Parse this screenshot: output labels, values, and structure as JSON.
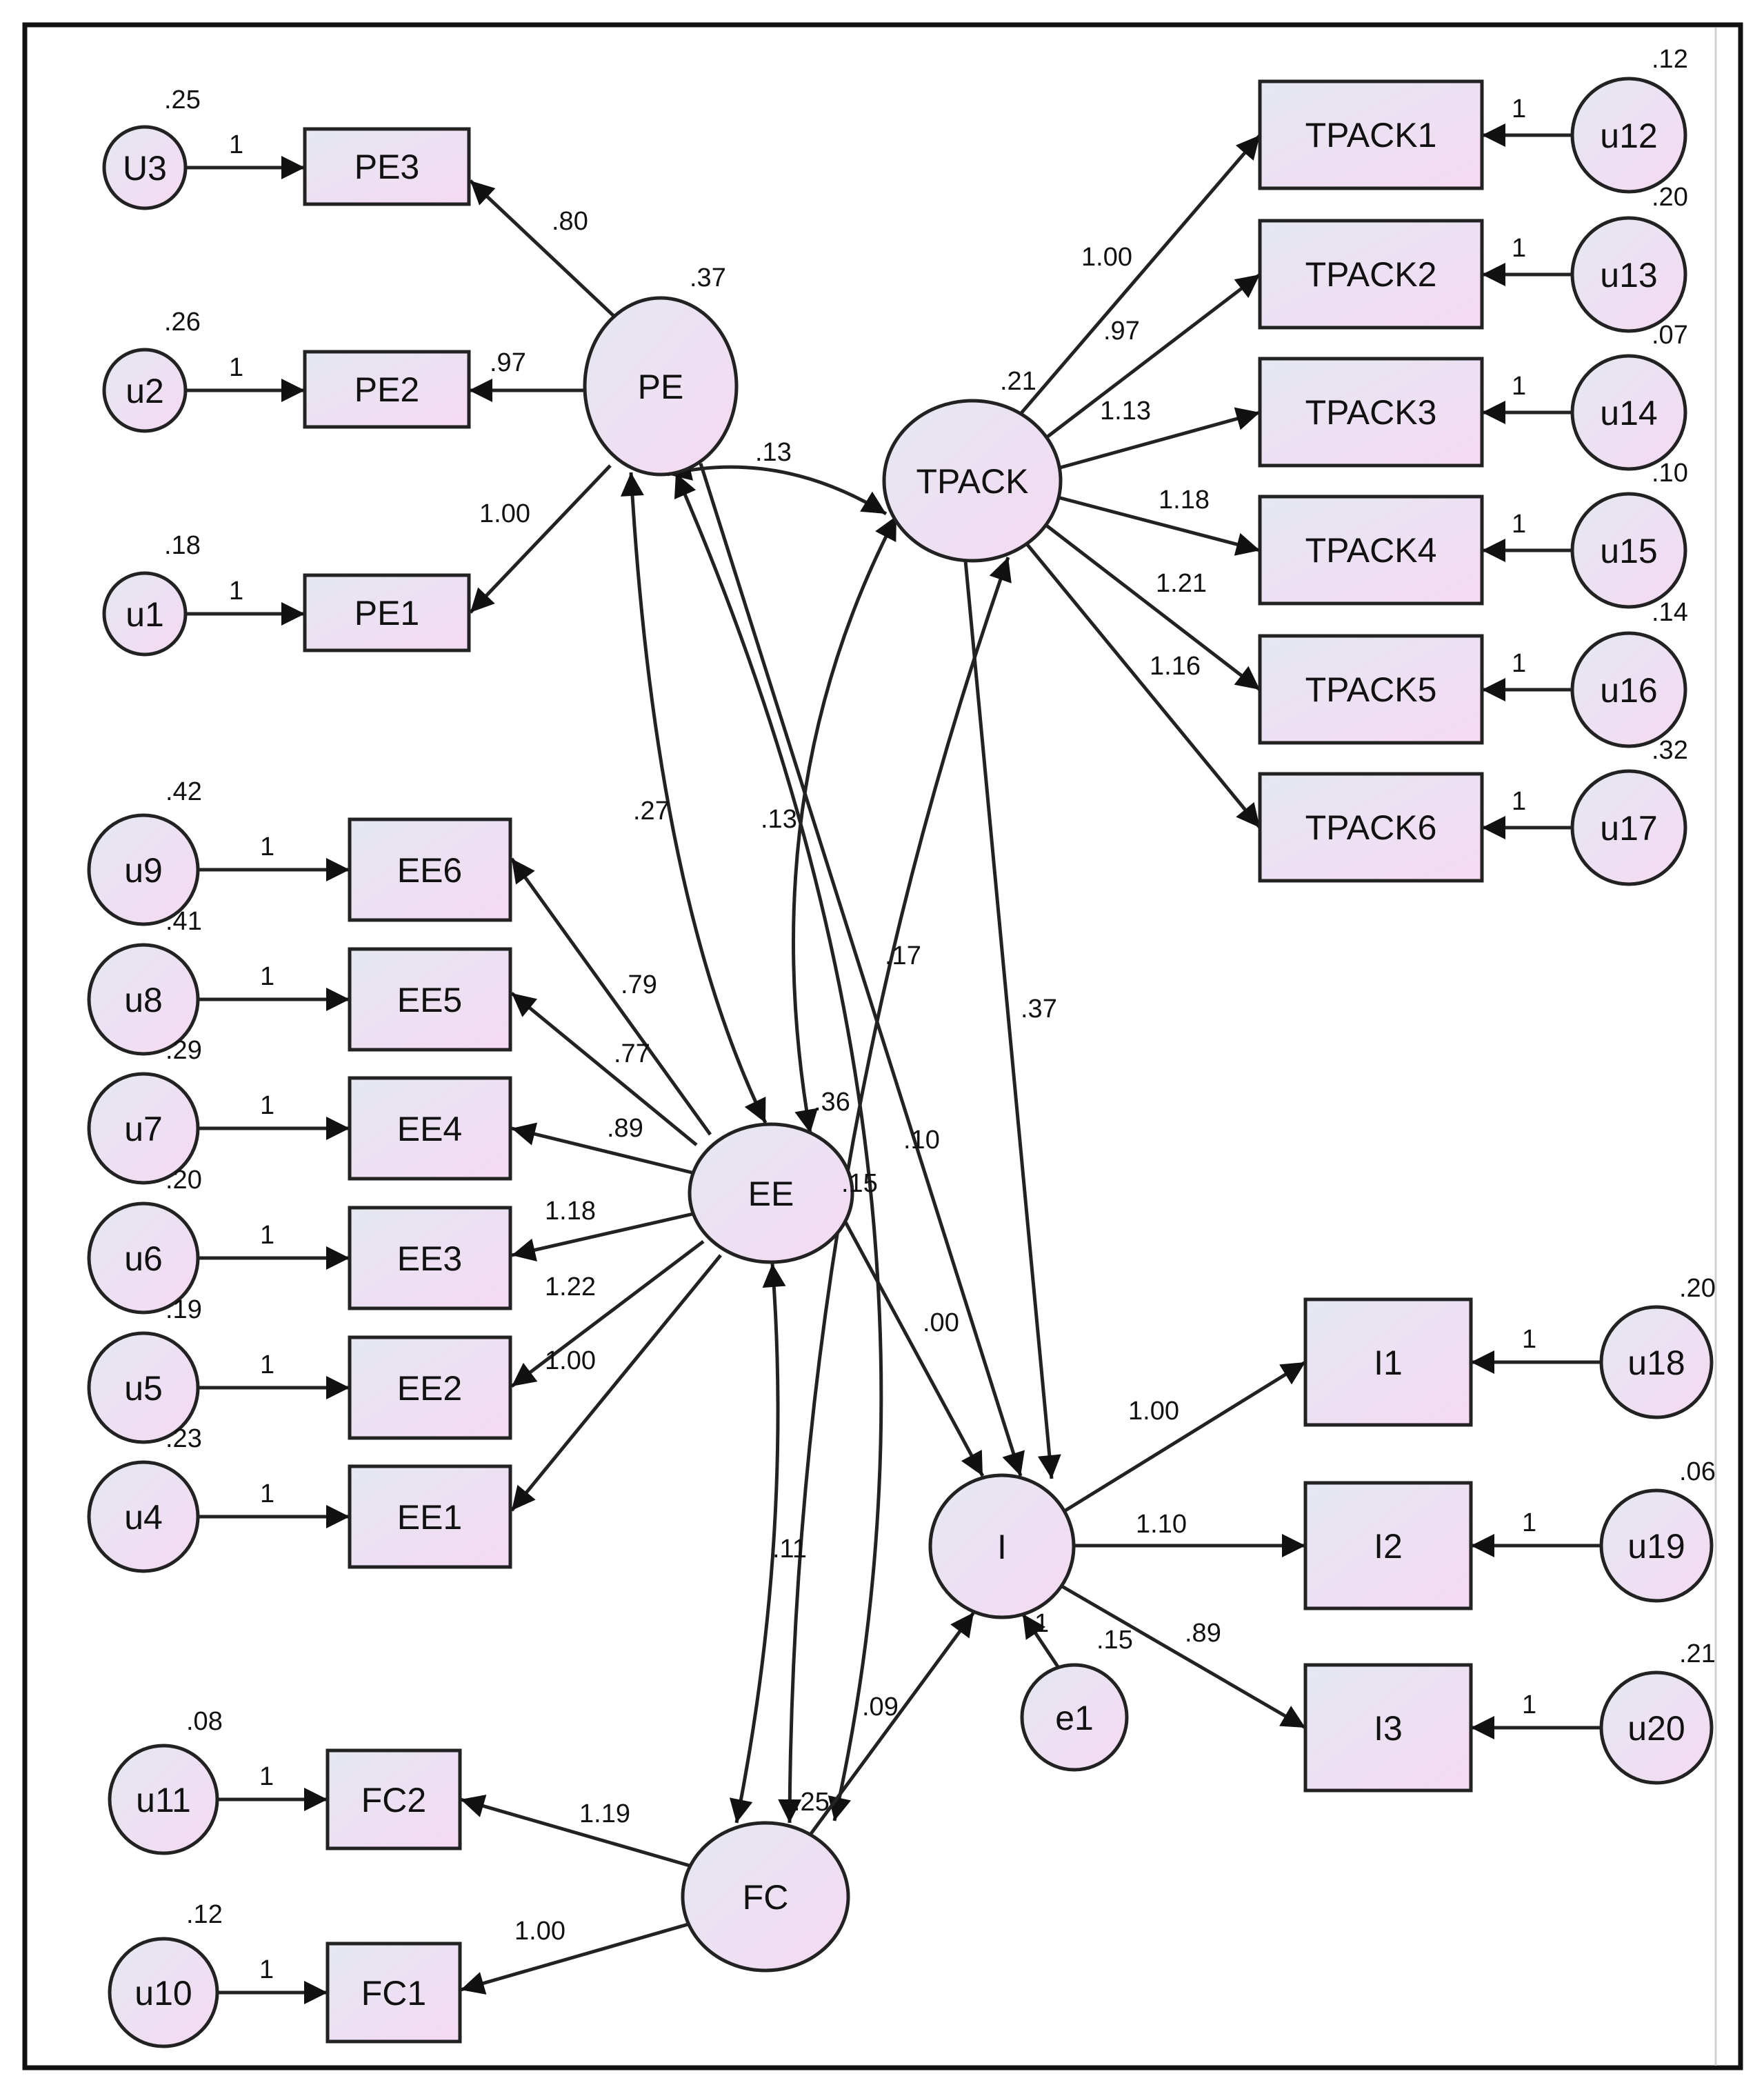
{
  "diagram": {
    "colors": {
      "frame": "#111111",
      "stroke": "#222222",
      "fill_start": "#e4e8f1",
      "fill_end": "#f5d9f2",
      "text": "#111111"
    },
    "latents": {
      "PE": {
        "label": "PE",
        "variance": ".37"
      },
      "TPACK": {
        "label": "TPACK",
        "variance": ".21"
      },
      "EE": {
        "label": "EE",
        "variance": ".36"
      },
      "FC": {
        "label": "FC",
        "variance": ".25"
      },
      "I": {
        "label": "I",
        "variance": ""
      }
    },
    "indicators": {
      "PE3": {
        "label": "PE3"
      },
      "PE2": {
        "label": "PE2"
      },
      "PE1": {
        "label": "PE1"
      },
      "TPACK1": {
        "label": "TPACK1"
      },
      "TPACK2": {
        "label": "TPACK2"
      },
      "TPACK3": {
        "label": "TPACK3"
      },
      "TPACK4": {
        "label": "TPACK4"
      },
      "TPACK5": {
        "label": "TPACK5"
      },
      "TPACK6": {
        "label": "TPACK6"
      },
      "EE6": {
        "label": "EE6"
      },
      "EE5": {
        "label": "EE5"
      },
      "EE4": {
        "label": "EE4"
      },
      "EE3": {
        "label": "EE3"
      },
      "EE2": {
        "label": "EE2"
      },
      "EE1": {
        "label": "EE1"
      },
      "FC2": {
        "label": "FC2"
      },
      "FC1": {
        "label": "FC1"
      },
      "I1": {
        "label": "I1"
      },
      "I2": {
        "label": "I2"
      },
      "I3": {
        "label": "I3"
      }
    },
    "errors": {
      "U3": {
        "label": "U3",
        "variance": ".25"
      },
      "u2": {
        "label": "u2",
        "variance": ".26"
      },
      "u1": {
        "label": "u1",
        "variance": ".18"
      },
      "u12": {
        "label": "u12",
        "variance": ".12"
      },
      "u13": {
        "label": "u13",
        "variance": ".20"
      },
      "u14": {
        "label": "u14",
        "variance": ".07"
      },
      "u15": {
        "label": "u15",
        "variance": ".10"
      },
      "u16": {
        "label": "u16",
        "variance": ".14"
      },
      "u17": {
        "label": "u17",
        "variance": ".32"
      },
      "u9": {
        "label": "u9",
        "variance": ".42"
      },
      "u8": {
        "label": "u8",
        "variance": ".41"
      },
      "u7": {
        "label": "u7",
        "variance": ".29"
      },
      "u6": {
        "label": "u6",
        "variance": ".20"
      },
      "u5": {
        "label": "u5",
        "variance": ".19"
      },
      "u4": {
        "label": "u4",
        "variance": ".23"
      },
      "u11": {
        "label": "u11",
        "variance": ".08"
      },
      "u10": {
        "label": "u10",
        "variance": ".12"
      },
      "u18": {
        "label": "u18",
        "variance": ".20"
      },
      "u19": {
        "label": "u19",
        "variance": ".06"
      },
      "u20": {
        "label": "u20",
        "variance": ".21"
      },
      "e1": {
        "label": "e1",
        "variance": ".15"
      }
    },
    "loadings": {
      "PE3": ".80",
      "PE2": ".97",
      "PE1": "1.00",
      "TPACK1": "1.00",
      "TPACK2": ".97",
      "TPACK3": "1.13",
      "TPACK4": "1.18",
      "TPACK5": "1.21",
      "TPACK6": "1.16",
      "EE6": ".79",
      "EE5": ".77",
      "EE4": ".89",
      "EE3": "1.18",
      "EE2": "1.22",
      "EE1": "1.00",
      "FC2": "1.19",
      "FC1": "1.00",
      "I1": "1.00",
      "I2": "1.10",
      "I3": ".89"
    },
    "error_weights": {
      "U3": "1",
      "u2": "1",
      "u1": "1",
      "u12": "1",
      "u13": "1",
      "u14": "1",
      "u15": "1",
      "u16": "1",
      "u17": "1",
      "u9": "1",
      "u8": "1",
      "u7": "1",
      "u6": "1",
      "u5": "1",
      "u4": "1",
      "u11": "1",
      "u10": "1",
      "u18": "1",
      "u19": "1",
      "u20": "1",
      "e1": "1"
    },
    "covariances": {
      "PE_TPACK": ".13",
      "PE_EE": ".27",
      "EE_TPACK": ".13",
      "PE_FC": ".10",
      "EE_FC": ".11",
      "TPACK_FC": ".17"
    },
    "paths": {
      "PE_I": ".15",
      "TPACK_I": ".37",
      "EE_I": ".00",
      "FC_I": ".09"
    }
  }
}
